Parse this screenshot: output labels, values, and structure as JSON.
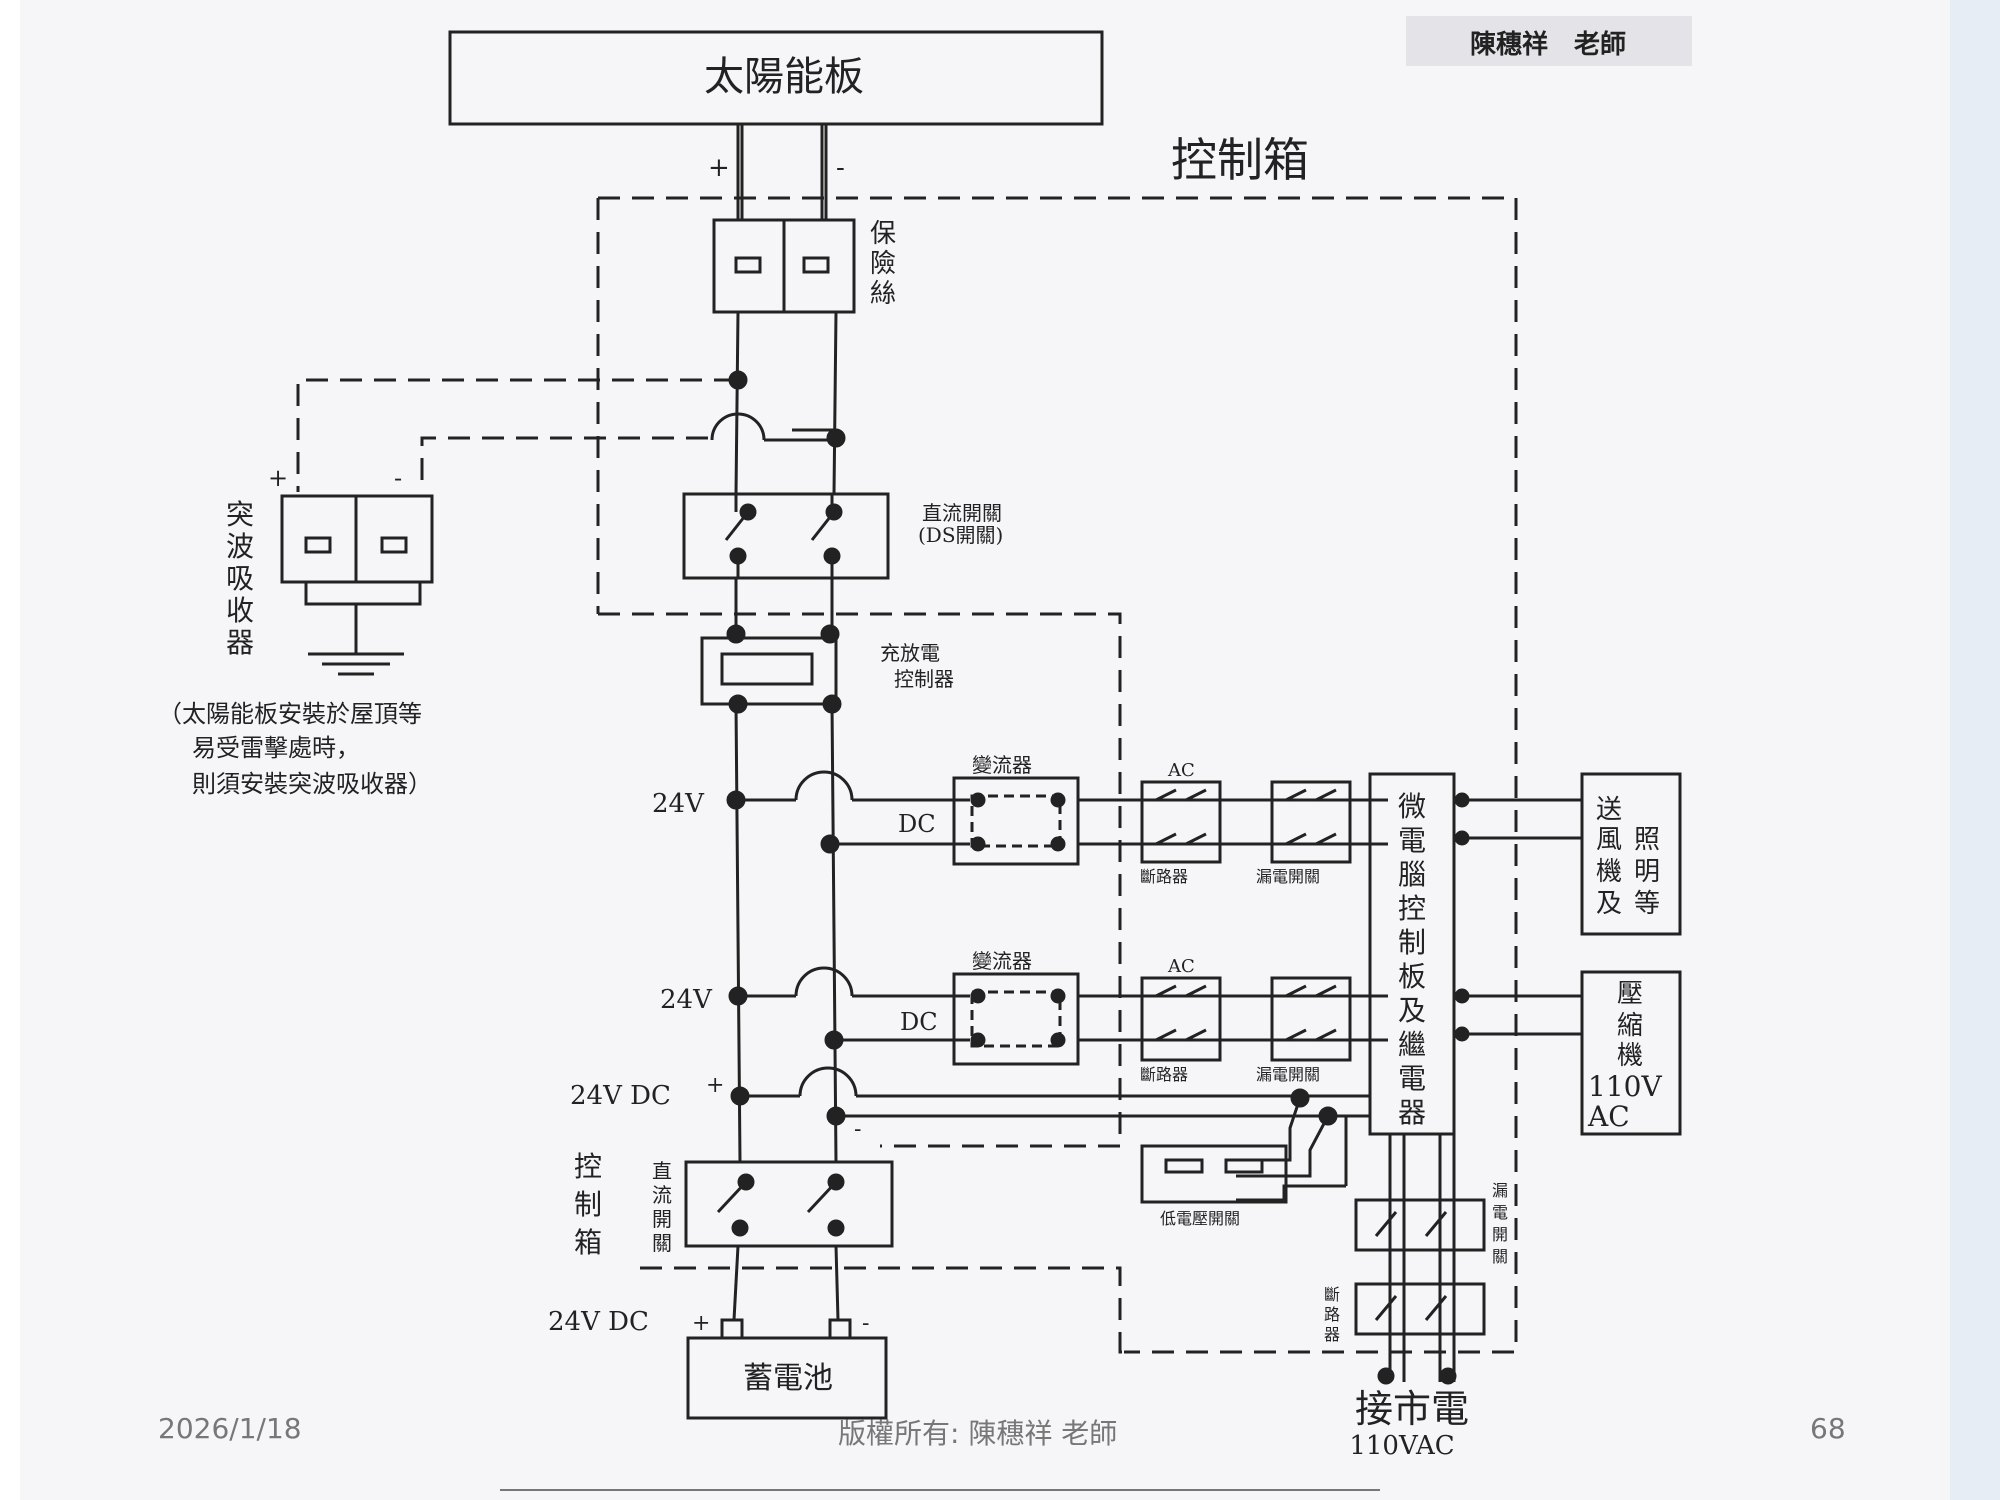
{
  "teacher": "陳穗祥　老師",
  "footer": {
    "date": "2026/1/18",
    "copyright": "版權所有: 陳穗祥 老師",
    "page": "68"
  },
  "labels": {
    "solar_panel": "太陽能板",
    "control_box_title": "控制箱",
    "plus": "+",
    "minus": "-",
    "fuse": "保險絲",
    "dc_switch": "直流開關",
    "dc_switch_sub": "(DS開關)",
    "surge_absorber": "突波吸收器",
    "note_line1": "（太陽能板安裝於屋頂等",
    "note_line2": "易受雷擊處時，",
    "note_line3": "則須安裝突波吸收器）",
    "charge_controller_1": "充放電",
    "charge_controller_2": "控制器",
    "inverter": "變流器",
    "v24": "24V",
    "dc": "DC",
    "ac": "AC",
    "breaker": "斷路器",
    "leakage_switch": "漏電開關",
    "microcomputer": "微電腦控制板及繼電器",
    "fan_light": "送風機及照明等",
    "compressor": "壓縮機",
    "compressor_v": "110V",
    "compressor_ac": "AC",
    "v24dc": "24V DC",
    "control_box_side": "控制箱",
    "dc_switch_side": "直流開關",
    "low_voltage_switch": "低電壓開關",
    "leakage_switch_v": "漏電開關",
    "breaker_v": "斷路器",
    "battery": "蓄電池",
    "grid_power": "接市電",
    "grid_voltage": "110VAC"
  }
}
